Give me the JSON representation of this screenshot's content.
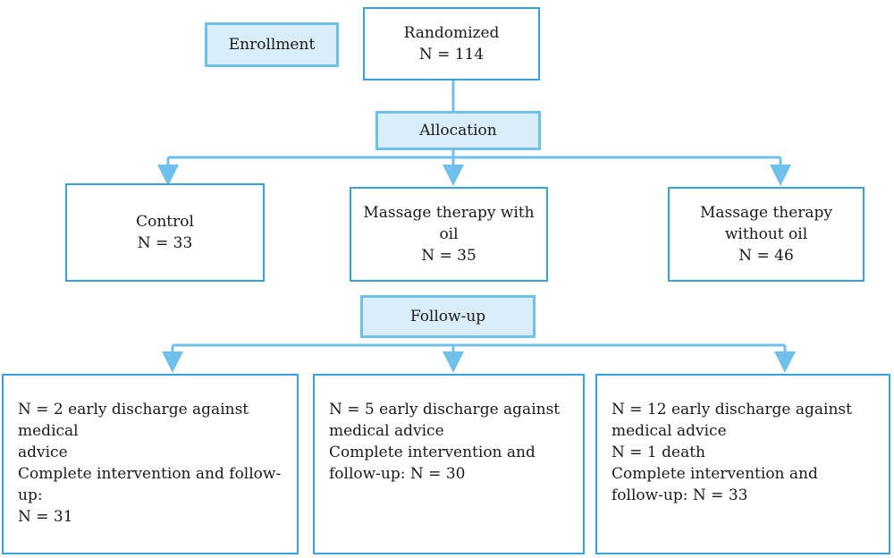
{
  "stages": {
    "enrollment": "Enrollment",
    "allocation": "Allocation",
    "follow_up": "Follow-up"
  },
  "randomized": {
    "title": "Randomized",
    "n": "N = 114"
  },
  "groups": [
    {
      "lines": [
        "Control",
        "N = 33"
      ]
    },
    {
      "lines": [
        "Massage therapy with",
        "oil",
        "N = 35"
      ]
    },
    {
      "lines": [
        "Massage therapy",
        "without oil",
        "N = 46"
      ]
    }
  ],
  "outcomes": [
    {
      "lines": [
        "N = 2 early discharge against medical",
        "advice",
        "Complete intervention and follow-up:",
        "N = 31"
      ]
    },
    {
      "lines": [
        "N = 5 early discharge against",
        "medical advice",
        "Complete intervention and",
        "follow-up: N = 30"
      ]
    },
    {
      "lines": [
        "N = 12 early discharge against",
        "medical advice",
        "N = 1 death",
        "Complete intervention and",
        "follow-up: N = 33"
      ]
    }
  ],
  "colors": {
    "box_border": "#3aa0dc",
    "label_fill": "#d9eef9",
    "label_border": "#6fc1ec",
    "connector": "#6fc1ec"
  }
}
